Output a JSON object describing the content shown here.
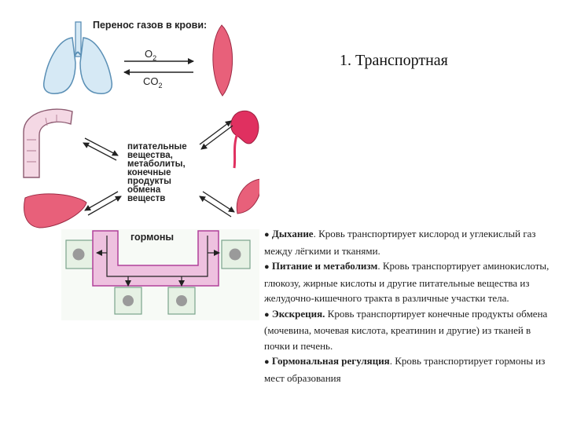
{
  "slide": {
    "title": "1. Транспортная"
  },
  "diagram": {
    "header": "Перенос газов в крови:",
    "gas_top": "O",
    "gas_top_sub": "2",
    "gas_bottom": "CO",
    "gas_bottom_sub": "2",
    "center_lines": [
      "питательные",
      "вещества,",
      "метаболиты,",
      "конечные",
      "продукты",
      "обмена",
      "веществ"
    ],
    "hormones_label": "гормоны"
  },
  "text": {
    "items": [
      {
        "bold": "Дыхание",
        "rest": ". Кровь транспортирует кислород и углекислый газ между лёгкими и тканями."
      },
      {
        "bold": "Питание и метаболизм",
        "rest": ". Кровь транспортирует аминокислоты, глюкозу, жирные кислоты и другие питательные вещества из желудочно-кишечного тракта в различные участки тела."
      },
      {
        "bold": "Экскреция.",
        "rest": " Кровь транспортирует конечные продукты обмена (мочевина, мочевая кислота, креатинин и другие) из тканей в почки и печень."
      },
      {
        "bold": "Гормональная регуляция",
        "rest": ". Кровь транспортирует гормоны из мест образования"
      }
    ],
    "bullet": "●"
  },
  "colors": {
    "lung_fill": "#d6e9f5",
    "lung_stroke": "#5a8fb5",
    "organ_pink": "#e8607a",
    "organ_stroke": "#9c2a44",
    "intestine_fill": "#f4d8e4",
    "hormone_fill": "#eec1df",
    "hormone_stroke": "#b0419a",
    "cell_fill": "#e6f1e4",
    "cell_stroke": "#7aa38c",
    "nucleus": "#9a9a9a"
  }
}
